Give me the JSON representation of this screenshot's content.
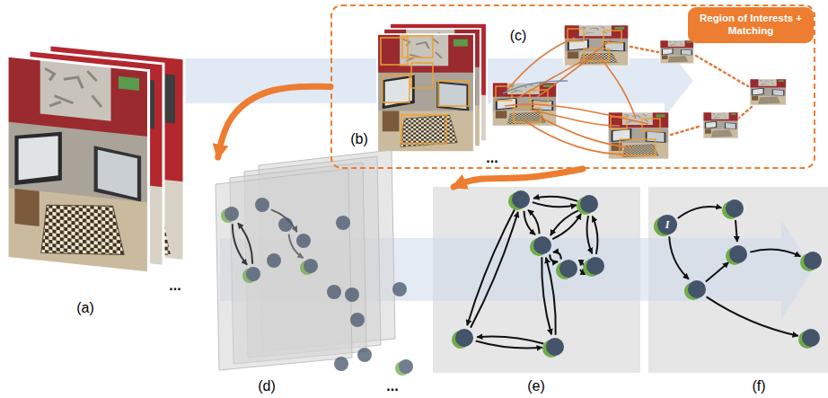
{
  "diagram": {
    "nodes": [
      {
        "text": [
          "(a)"
        ]
      },
      {
        "text": [
          "(b)",
          "(c)"
        ]
      },
      {
        "text": [
          "Region of Interests + Matching"
        ],
        "in": 1
      },
      {
        "text": [
          "(d)"
        ]
      },
      {
        "text": [
          "(e)"
        ]
      },
      {
        "text": [
          "(f)"
        ]
      },
      {
        "text": [
          "I"
        ],
        "in": 5
      }
    ],
    "edges": [
      {
        "from": 1,
        "to": 3,
        "arrow": "to"
      },
      {
        "from": 1,
        "to": 4,
        "arrow": "to"
      }
    ],
    "labels": [
      "...",
      "...",
      "..."
    ]
  }
}
